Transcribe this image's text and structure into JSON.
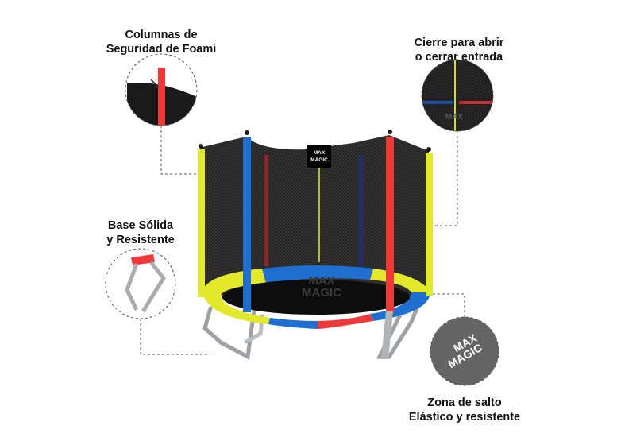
{
  "callouts": {
    "foam_columns": {
      "line1": "Columnas de",
      "line2": "Seguridad de Foami"
    },
    "zipper": {
      "line1": "Cierre para abrir",
      "line2": "o cerrar entrada"
    },
    "base": {
      "line1": "Base Sólida",
      "line2": "y Resistente"
    },
    "jump_zone": {
      "line1": "Zona de salto",
      "line2": "Elástico y resistente"
    }
  },
  "brand": {
    "line1": "MAX",
    "line2": "MAGIC"
  },
  "colors": {
    "yellow": "#e3e82b",
    "blue": "#1e6fd0",
    "red": "#f03a3a",
    "net": "#1a1a1a",
    "mat": "#0d0d0d",
    "steel": "#a9acb0",
    "callout_line": "#555555"
  }
}
